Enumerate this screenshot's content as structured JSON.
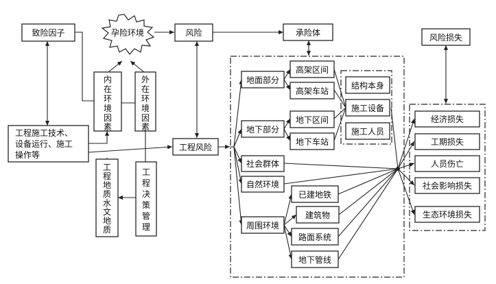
{
  "nodes": {
    "hazard_factor": "致险因子",
    "hazard_env": "孕险环境",
    "risk": "风险",
    "risk_bearer": "承险体",
    "risk_loss": "风险损失",
    "internal_env": [
      "内",
      "在",
      "环",
      "境",
      "因",
      "素"
    ],
    "external_env": [
      "外",
      "在",
      "环",
      "境",
      "因",
      "素"
    ],
    "construction_tech": [
      "工程施工技术、",
      "设备运行、施工",
      "操作等"
    ],
    "geology": [
      "工",
      "程",
      "地",
      "质",
      "水",
      "文",
      "地",
      "质"
    ],
    "decision": [
      "工",
      "程",
      "决",
      "策",
      "管",
      "理"
    ],
    "engineering_risk": "工程风险",
    "ground_part": "地面部分",
    "underground_part": "地下部分",
    "social_group": "社会群体",
    "natural_env": "自然环境",
    "surrounding_env": "周围环境",
    "elevated_section": "高架区间",
    "elevated_station": "高架车站",
    "underground_section": "地下区间",
    "underground_station": "地下车站",
    "structure": "结构本身",
    "equipment": "施工设备",
    "personnel": "施工人员",
    "existing_metro": "已建地铁",
    "buildings": "建筑物",
    "road_system": "路面系统",
    "pipelines": "地下管线",
    "economic_loss": "经济损失",
    "schedule_loss": "工期损失",
    "casualties": "人员伤亡",
    "social_impact_loss": "社会影响损失",
    "eco_env_loss": "生态环境损失"
  }
}
